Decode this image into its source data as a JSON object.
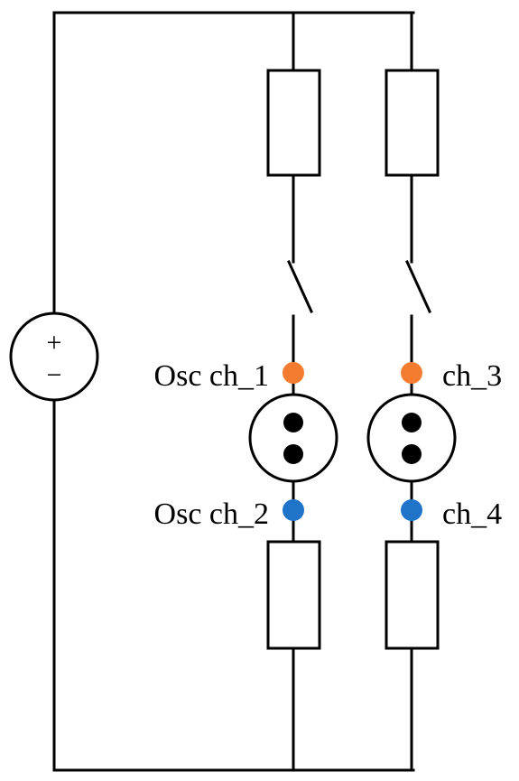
{
  "source": {
    "plus_sign": "+",
    "minus_sign": "−"
  },
  "probes": {
    "ch1": {
      "label": "Osc ch_1",
      "color": "#f47c30"
    },
    "ch2": {
      "label": "Osc ch_2",
      "color": "#1f73c8"
    },
    "ch3": {
      "label": "ch_3",
      "color": "#f47c30"
    },
    "ch4": {
      "label": "ch_4",
      "color": "#1f73c8"
    }
  },
  "colors": {
    "wire": "#000000",
    "background": "#ffffff"
  }
}
